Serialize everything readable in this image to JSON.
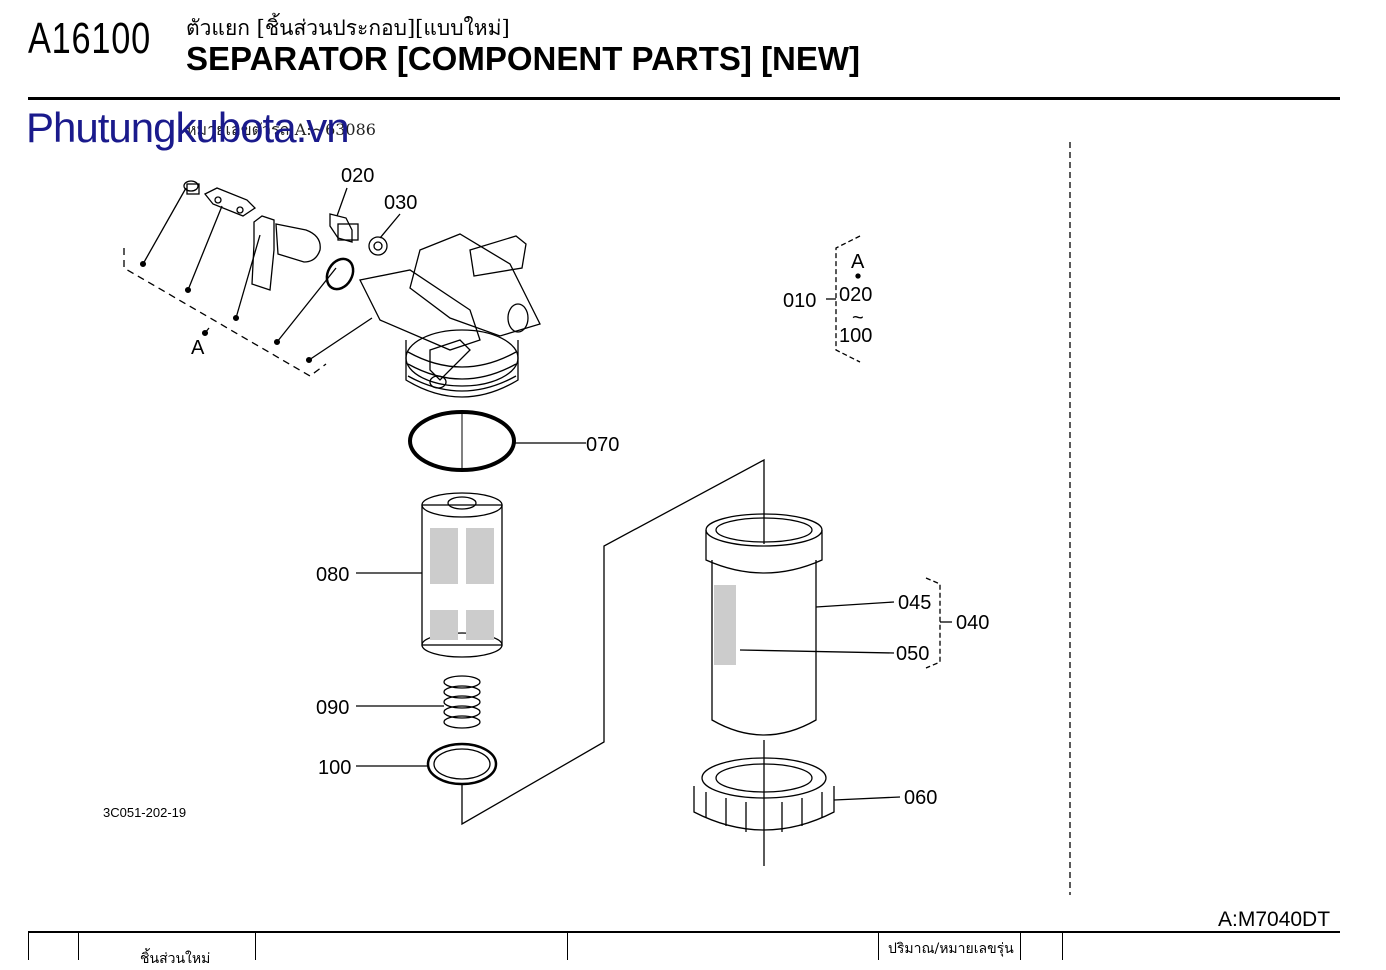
{
  "header": {
    "code": "A16100",
    "title_th": "ตัวแยก [ชิ้นส่วนประกอบ][แบบใหม่]",
    "title_en": "SEPARATOR [COMPONENT PARTS] [NEW]",
    "serial": "หมายเลขตัวรถ:A:~63086"
  },
  "watermark": "Phutungkubota.vn",
  "diagram": {
    "callouts": {
      "p020": "020",
      "p030": "030",
      "p010": "010",
      "pA1": "A",
      "pA2": "A",
      "g020": "020",
      "tilde": "~",
      "g100": "100",
      "p070": "070",
      "p080": "080",
      "p090": "090",
      "p100": "100",
      "p045": "045",
      "p050": "050",
      "p040": "040",
      "p060": "060"
    },
    "drawing_no": "3C051-202-19"
  },
  "footer": {
    "model": "A:M7040DT",
    "table_headers": {
      "col_part": "ชิ้นส่วนใหม่",
      "col_qty": "ปริมาณ/หมายเลขรุ่น"
    }
  },
  "colors": {
    "ink": "#000000",
    "watermark": "#1a1a8c"
  }
}
